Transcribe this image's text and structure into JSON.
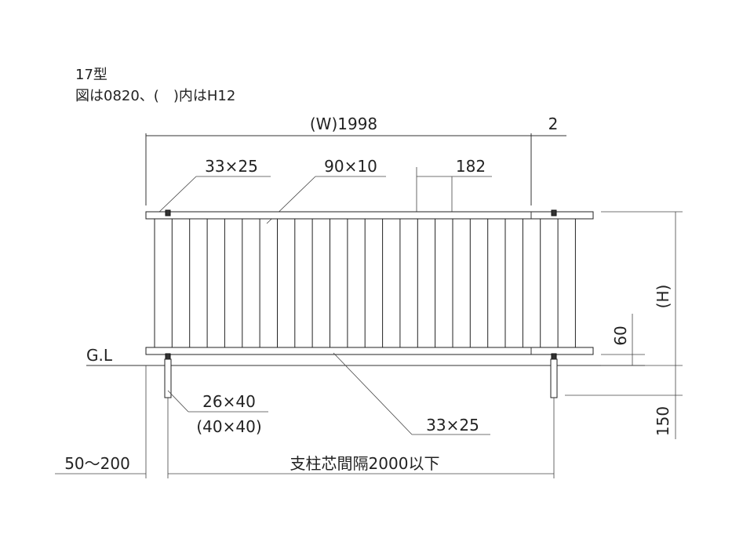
{
  "header": {
    "model": "17型",
    "note": "図は0820、(　)内はH12"
  },
  "dimensions": {
    "width": "(W)1998",
    "gap": "2",
    "top_rail": "33×25",
    "slat": "90×10",
    "slat_pitch": "182",
    "height": "(H)",
    "bottom_clearance": "60",
    "ground_label": "G.L",
    "post": "26×40",
    "post_alt": "(40×40)",
    "bottom_rail": "33×25",
    "embed_depth": "150",
    "edge_offset": "50〜200",
    "post_spacing": "支柱芯間隔2000以下"
  }
}
